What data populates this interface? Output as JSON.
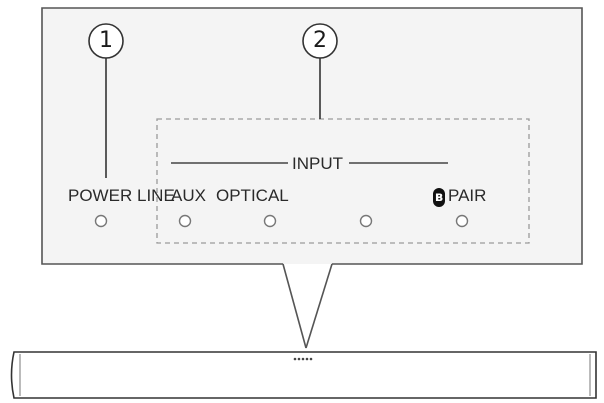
{
  "callouts": {
    "one": "1",
    "two": "2"
  },
  "panel": {
    "group_label": "INPUT",
    "labels": {
      "power": "POWER",
      "line": "LINE",
      "aux": "AUX",
      "optical": "OPTICAL",
      "pair": "PAIR"
    },
    "pair_icon": "bluetooth-icon",
    "indicator_count": 5
  },
  "colors": {
    "line": "#555555",
    "dashed_border": "#9a9a9a",
    "indicator_stroke": "#777777",
    "panel_background": "#f3f3f3"
  }
}
